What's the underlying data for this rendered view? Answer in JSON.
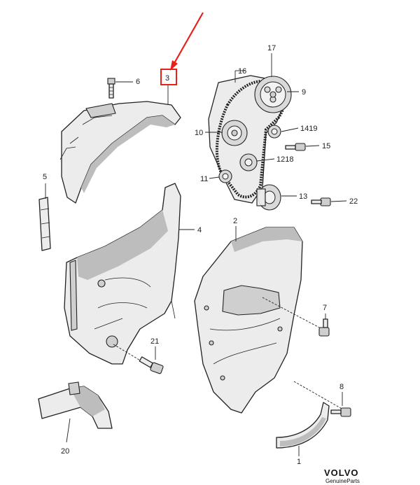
{
  "highlight_color": "#e8201a",
  "callouts": {
    "c3": "3",
    "c6": "6",
    "c5": "5",
    "c4": "4",
    "c17": "17",
    "c16": "16",
    "c9": "9",
    "c10": "10",
    "c1419": "1419",
    "c15": "15",
    "c1218": "1218",
    "c11": "11",
    "c13": "13",
    "c22": "22",
    "c2": "2",
    "c7": "7",
    "c21": "21",
    "c8": "8",
    "c20": "20",
    "c1": "1"
  },
  "brand": {
    "name": "VOLVO",
    "tagline": "GenuineParts"
  }
}
